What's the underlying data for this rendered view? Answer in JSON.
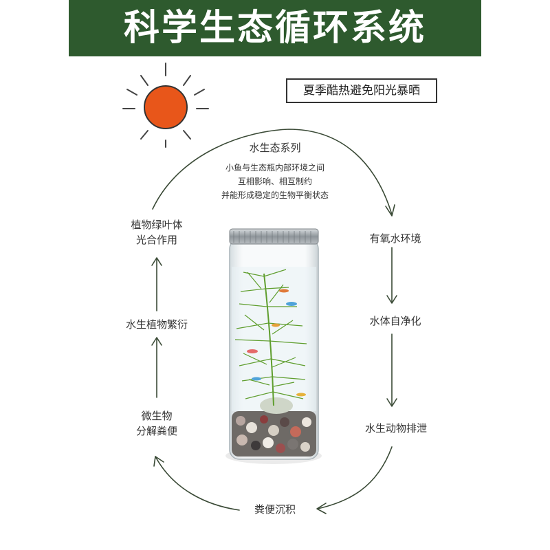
{
  "title": "科学生态循环系统",
  "warning_tag": "夏季酷热避免阳光暴晒",
  "ecosystem": {
    "title": "水生态系列",
    "lines": [
      "小鱼与生态瓶内部环境之间",
      "互相影响、相互制约",
      "并能形成稳定的生物平衡状态"
    ]
  },
  "cycle": {
    "plant_photosynthesis": [
      "植物绿叶体",
      "光合作用"
    ],
    "oxygen_environment": "有氧水环境",
    "water_self_purification": "水体自净化",
    "animal_excretion": "水生动物排泄",
    "feces_sediment": "粪便沉积",
    "microbe_decompose": [
      "微生物",
      "分解粪便"
    ],
    "plant_reproduction": "水生植物繁衍"
  },
  "colors": {
    "banner": "#2e5a2e",
    "sun": "#e8561a",
    "arrow": "#3a4a36",
    "plant": "#5f9e2e"
  },
  "icons": [
    "sun-icon",
    "jar-image"
  ]
}
